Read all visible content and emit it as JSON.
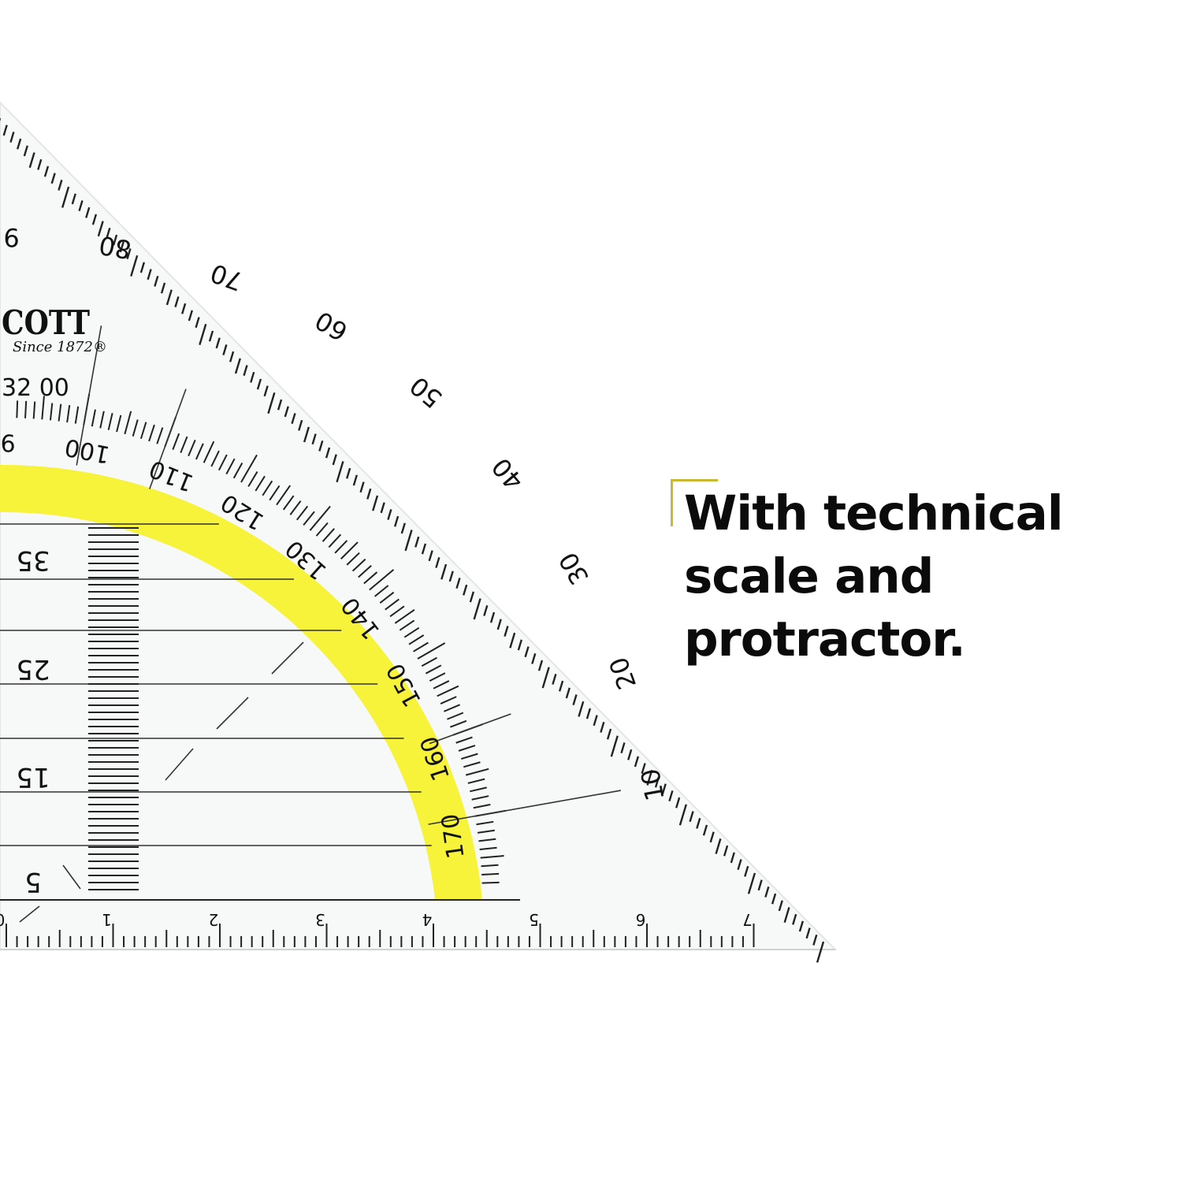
{
  "headline": {
    "lines": [
      "With technical",
      "scale and",
      "protractor."
    ]
  },
  "brand": {
    "logo_text": "COTT",
    "tagline": "Since 1872®",
    "model_number": "32 00"
  },
  "protractor": {
    "outer_labels": [
      "10",
      "20",
      "30",
      "40",
      "50",
      "60",
      "70",
      "80",
      "9"
    ],
    "inner_labels": [
      "170",
      "160",
      "150",
      "140",
      "130",
      "120",
      "110",
      "100",
      "9"
    ]
  },
  "ruler": {
    "cm_labels": [
      "0",
      "1",
      "2",
      "3",
      "4",
      "5",
      "6",
      "7"
    ]
  },
  "parallel_scale": {
    "labels": [
      "5",
      "15",
      "25",
      "35"
    ]
  },
  "colors": {
    "accent_yellow": "#f7f23a",
    "bracket_gold": "#c8b833",
    "ink": "#111111"
  }
}
